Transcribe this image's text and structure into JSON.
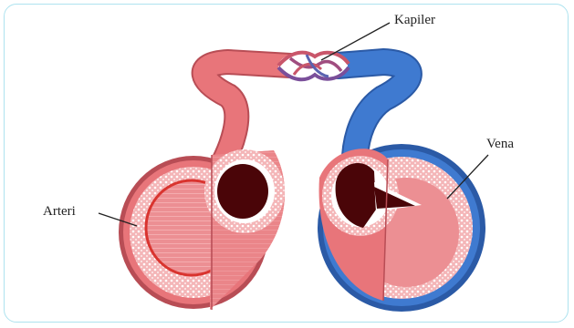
{
  "labels": {
    "capillary": "Kapiler",
    "vein": "Vena",
    "artery": "Arteri"
  },
  "colors": {
    "artery": "#e8757a",
    "artery_dark": "#b84d55",
    "vein": "#3f7ad0",
    "vein_dark": "#2b5aa6",
    "tissue": "#f6c4c4",
    "lumen": "#4a0508",
    "frame": "#aee3ef"
  }
}
